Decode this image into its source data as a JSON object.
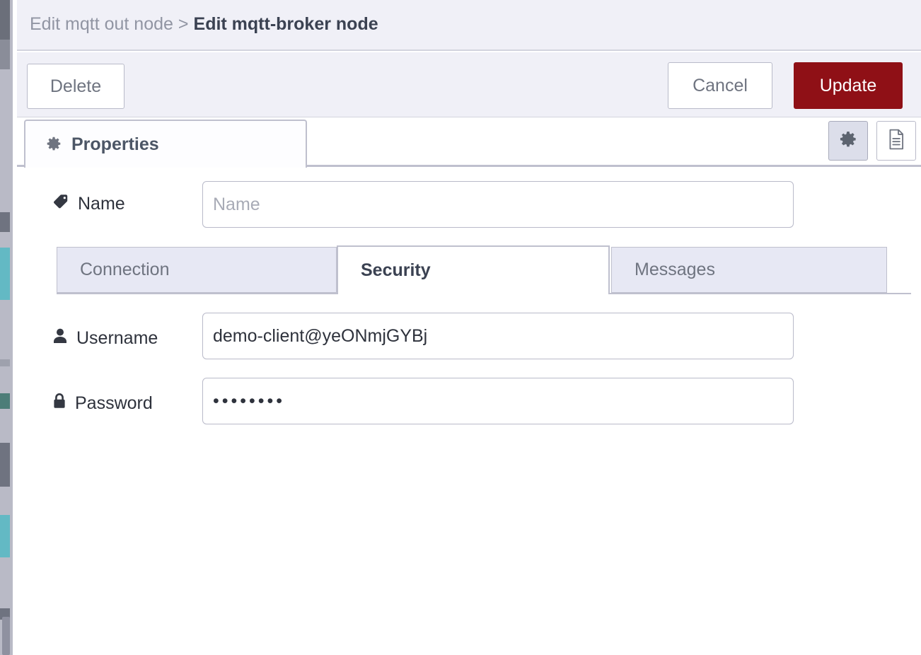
{
  "breadcrumb": {
    "parent": "Edit mqtt out node",
    "separator": ">",
    "current": "Edit mqtt-broker node"
  },
  "actions": {
    "delete_label": "Delete",
    "cancel_label": "Cancel",
    "update_label": "Update"
  },
  "tabs": {
    "properties_label": "Properties"
  },
  "subtabs": [
    {
      "label": "Connection",
      "active": false
    },
    {
      "label": "Security",
      "active": true
    },
    {
      "label": "Messages",
      "active": false
    }
  ],
  "form": {
    "name": {
      "label": "Name",
      "value": "",
      "placeholder": "Name"
    },
    "username": {
      "label": "Username",
      "value": "demo-client@yeONmjGYBj",
      "placeholder": ""
    },
    "password": {
      "label": "Password",
      "value": "••••••••",
      "masked_length": 8,
      "placeholder": ""
    }
  },
  "icons": {
    "gear": "gear-icon",
    "tag": "tag-icon",
    "user": "user-icon",
    "lock": "lock-icon",
    "description": "description-icon"
  },
  "colors": {
    "header_bg": "#f0f0f7",
    "update_btn": "#8f1016",
    "subtab_inactive": "#e7e8f4",
    "border": "#bfc0ce"
  }
}
